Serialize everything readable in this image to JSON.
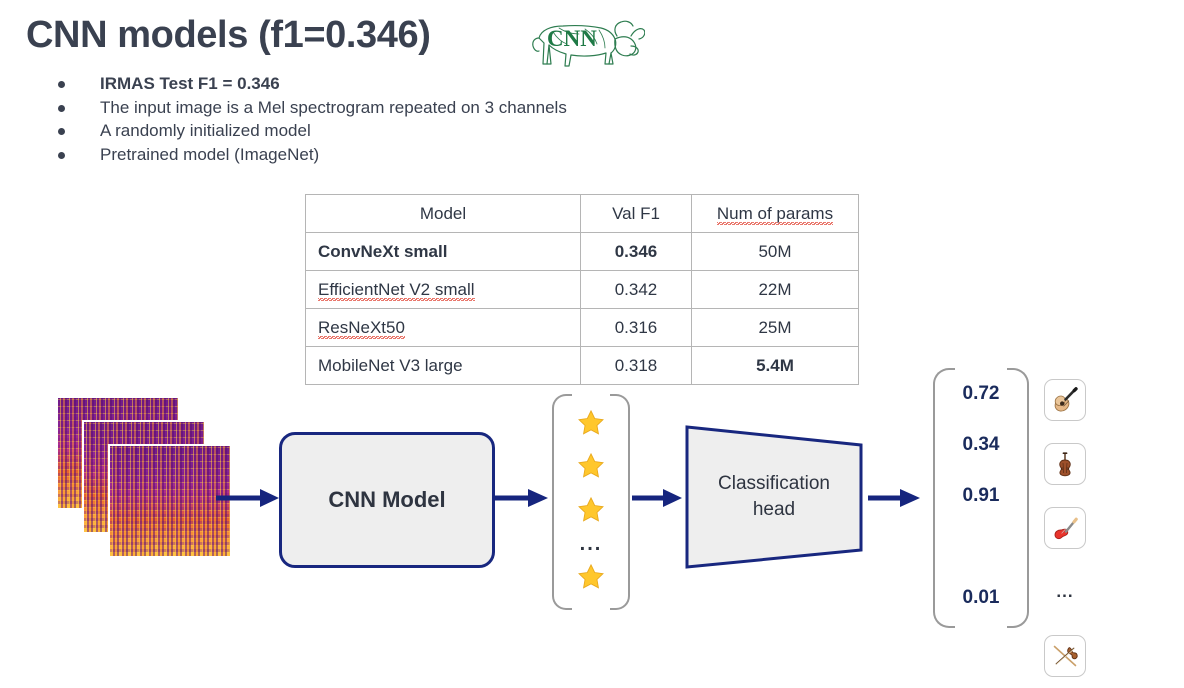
{
  "slide": {
    "title": "CNN models (f1=0.346)",
    "logo_text": "CNN",
    "logo_name": "cnn-buffalo-logo"
  },
  "bullets": [
    {
      "text": "IRMAS Test F1 = 0.346",
      "bold": true
    },
    {
      "text": "The input image is a Mel spectrogram repeated on 3 channels",
      "bold": false
    },
    {
      "text": "A randomly initialized model",
      "bold": false
    },
    {
      "text": "Pretrained model (ImageNet)",
      "bold": false
    }
  ],
  "table": {
    "headers": [
      "Model",
      "Val F1",
      "Num of params"
    ],
    "rows": [
      {
        "model": "ConvNeXt small",
        "val_f1": "0.346",
        "params": "50M",
        "model_bold": true,
        "f1_bold": true,
        "params_bold": false
      },
      {
        "model": "EfficientNet V2 small",
        "val_f1": "0.342",
        "params": "22M",
        "model_bold": false,
        "f1_bold": false,
        "params_bold": false
      },
      {
        "model": "ResNeXt50",
        "val_f1": "0.316",
        "params": "25M",
        "model_bold": false,
        "f1_bold": false,
        "params_bold": false
      },
      {
        "model": "MobileNet V3 large",
        "val_f1": "0.318",
        "params": "5.4M",
        "model_bold": false,
        "f1_bold": false,
        "params_bold": true
      }
    ]
  },
  "pipeline": {
    "input_name": "mel-spectrogram-stack",
    "model_box_label": "CNN Model",
    "features_ellipsis": "...",
    "classifier_label_line1": "Classification",
    "classifier_label_line2": "head",
    "outputs": [
      "0.72",
      "0.34",
      "0.91",
      "0.01"
    ],
    "outputs_ellipsis": "...",
    "instruments": [
      "acoustic-guitar",
      "cello",
      "electric-guitar",
      "violin"
    ]
  },
  "colors": {
    "title_text": "#3a4150",
    "body_text": "#3a4150",
    "table_border": "#b5b5b5",
    "spellcheck_underline": "#e24b3c",
    "arrow_navy": "#16257e",
    "box_border_navy": "#18277f",
    "box_fill_gray": "#eeeeee",
    "bracket_gray": "#9a9a9a",
    "star_yellow": "#ffc72c",
    "output_value": "#1a2b5c",
    "logo_green": "#1f7a46"
  }
}
